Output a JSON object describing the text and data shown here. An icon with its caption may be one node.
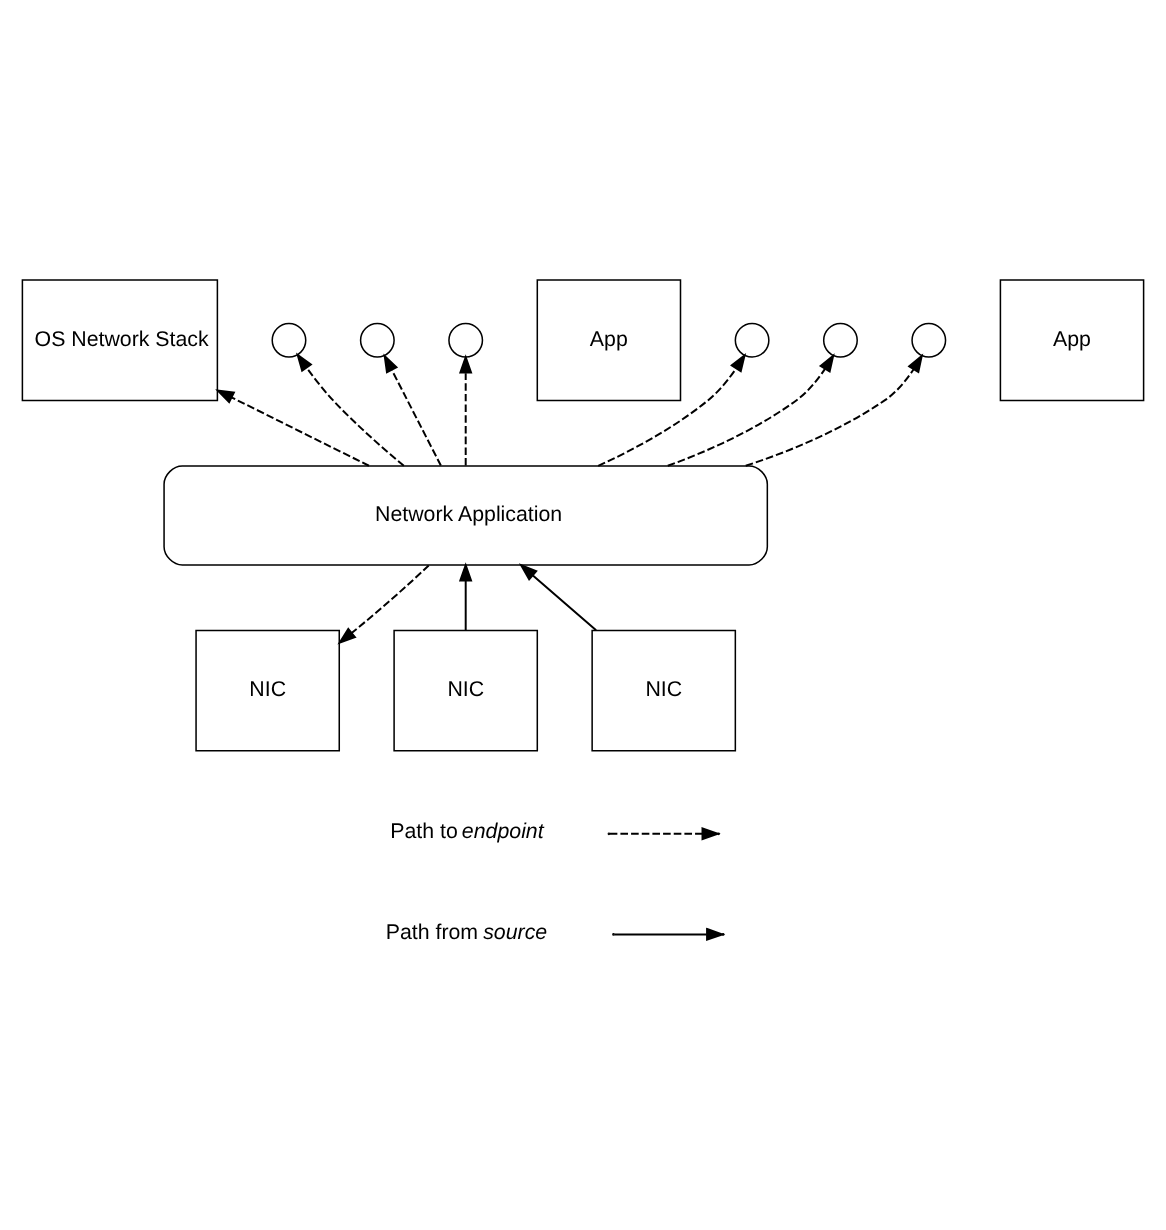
{
  "diagram": {
    "nodes": [
      {
        "text": [
          "OS Network Stack"
        ]
      },
      {
        "text": [
          "App"
        ]
      },
      {
        "text": [
          "App"
        ]
      },
      {
        "text": [
          "Network Application"
        ]
      },
      {
        "text": [
          "NIC"
        ]
      },
      {
        "text": [
          "NIC"
        ]
      },
      {
        "text": [
          "NIC"
        ]
      },
      {
        "text": [],
        "shape": "circle"
      },
      {
        "text": [],
        "shape": "circle"
      },
      {
        "text": [],
        "shape": "circle"
      },
      {
        "text": [],
        "shape": "circle"
      },
      {
        "text": [],
        "shape": "circle"
      },
      {
        "text": [],
        "shape": "circle"
      }
    ],
    "edges": [
      {
        "from": 3,
        "to": 0,
        "arrow": "to",
        "style": "dashed"
      },
      {
        "from": 3,
        "to": 7,
        "arrow": "to",
        "style": "dashed"
      },
      {
        "from": 3,
        "to": 8,
        "arrow": "to",
        "style": "dashed"
      },
      {
        "from": 3,
        "to": 9,
        "arrow": "to",
        "style": "dashed"
      },
      {
        "from": 3,
        "to": 10,
        "arrow": "to",
        "style": "dashed"
      },
      {
        "from": 3,
        "to": 11,
        "arrow": "to",
        "style": "dashed"
      },
      {
        "from": 3,
        "to": 12,
        "arrow": "to",
        "style": "dashed"
      },
      {
        "from": 4,
        "to": 3,
        "arrow": "to"
      },
      {
        "from": 5,
        "to": 3,
        "arrow": "to"
      },
      {
        "from": 3,
        "to": 6,
        "arrow": "to",
        "style": "dashed"
      }
    ],
    "legend": [
      {
        "text": "Path to *endpoint*"
      },
      {
        "text": "Path from *source*"
      }
    ]
  }
}
